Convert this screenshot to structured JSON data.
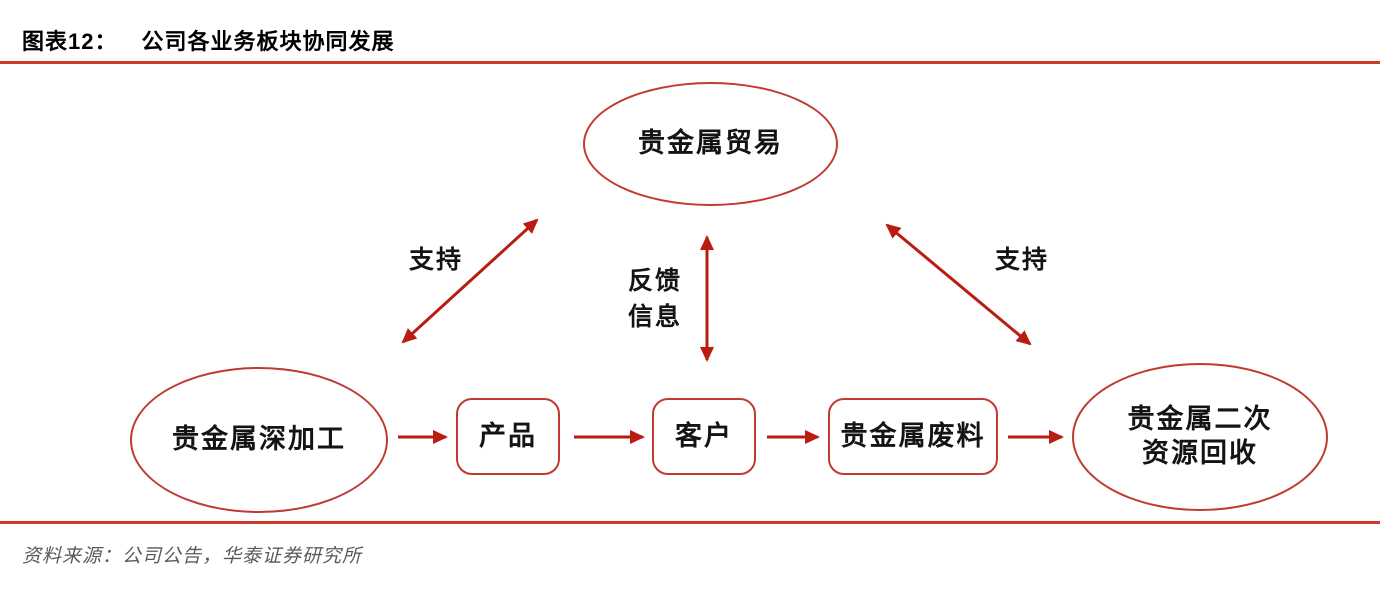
{
  "figure": {
    "label": "图表12：",
    "title": "公司各业务板块协同发展",
    "source": "资料来源：公司公告，华泰证券研究所"
  },
  "nodes": {
    "trading": "贵金属贸易",
    "processing": "贵金属深加工",
    "product": "产品",
    "customer": "客户",
    "scrap": "贵金属废料",
    "recycling": "贵金属二次\n资源回收"
  },
  "edges": {
    "support_left": "支持",
    "feedback": "反馈\n信息",
    "support_right": "支持"
  },
  "colors": {
    "rule_red": "#cf392a",
    "shape_stroke_red": "#c03a32",
    "arrow_red": "#b91d12",
    "node_text": "#141414",
    "source_text": "#5a5a5a"
  }
}
